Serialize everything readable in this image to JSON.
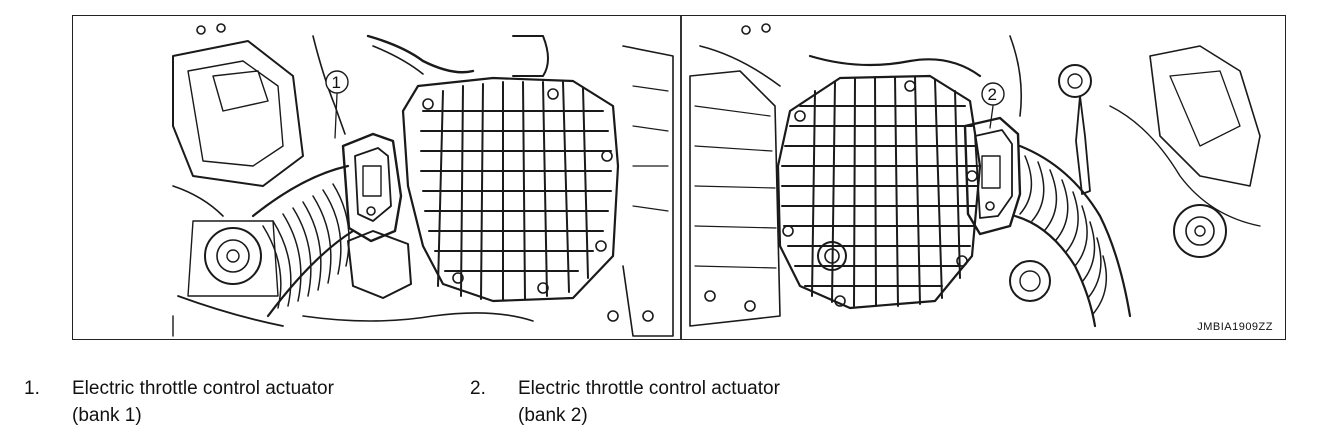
{
  "figure": {
    "reference_code": "JMBIA1909ZZ",
    "callouts": {
      "left": "1",
      "right": "2"
    }
  },
  "legend": [
    {
      "number": "1.",
      "line1": "Electric throttle control actuator",
      "line2": "(bank 1)"
    },
    {
      "number": "2.",
      "line1": "Electric throttle control actuator",
      "line2": "(bank 2)"
    }
  ]
}
